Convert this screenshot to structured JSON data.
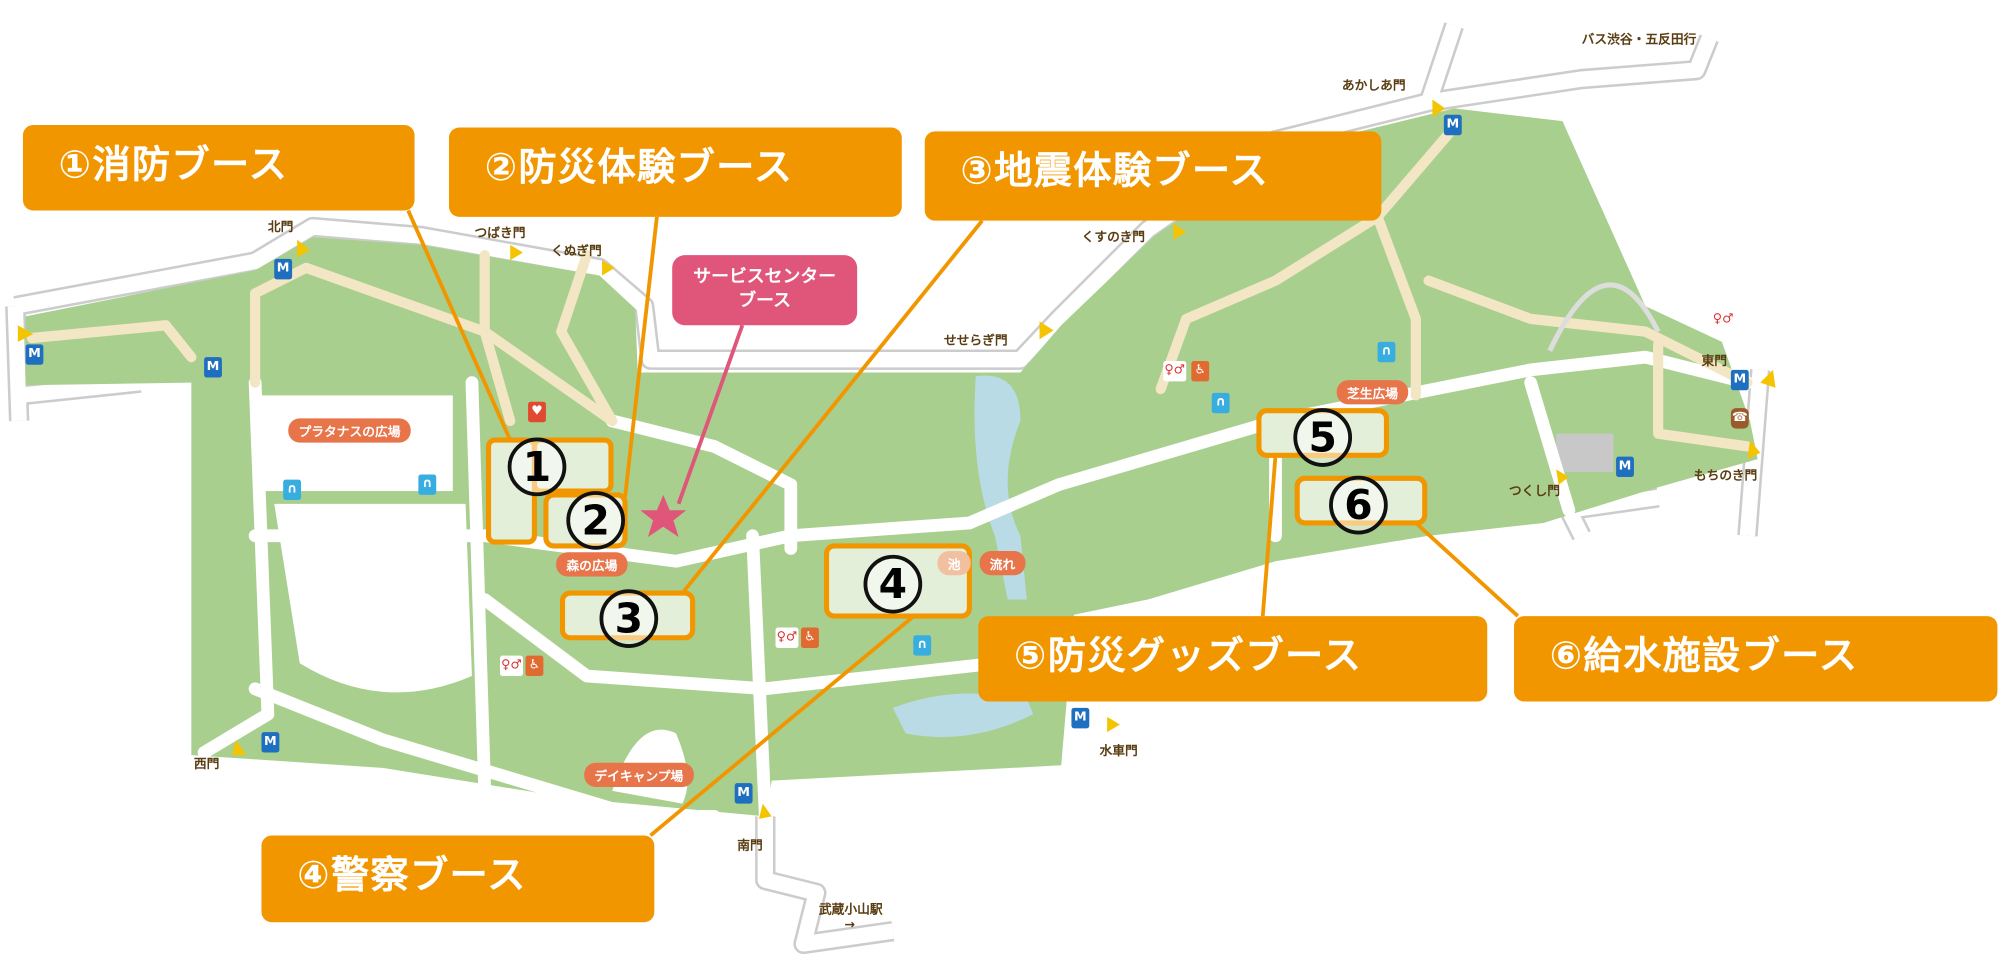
{
  "callouts": {
    "booth1": "①消防ブース",
    "booth2": "②防災体験ブース",
    "booth3": "③地震体験ブース",
    "booth4": "④警察ブース",
    "booth5": "⑤防災グッズブース",
    "booth6": "⑥給水施設ブース",
    "service_line1": "サービスセンター",
    "service_line2": "ブース"
  },
  "markers": [
    "1",
    "2",
    "3",
    "4",
    "5",
    "6"
  ],
  "gates": {
    "north": "北門",
    "tsubaki": "つばき門",
    "kunugi": "くぬぎ門",
    "kusunoki": "くすのき門",
    "seseragi": "せせらぎ門",
    "akashia": "あかしあ門",
    "bus": "バス渋谷・五反田行",
    "east": "東門",
    "mochinoki": "もちのき門",
    "tsukushi": "つくし門",
    "suisha": "水車門",
    "south": "南門",
    "west": "西門",
    "station": "武蔵小山駅",
    "station_arrow": "→"
  },
  "places": {
    "platanus": "プラタナスの広場",
    "mori": "森の広場",
    "shibafu": "芝生広場",
    "daycamp": "デイキャンプ場",
    "pond": "池",
    "stream": "流れ"
  },
  "icons": {
    "bike": "M",
    "fountain": "∩",
    "toilet": "♀♂",
    "wheelchair": "♿",
    "phone": "☎",
    "aed": "♥"
  },
  "colors": {
    "callout": "#f29600",
    "service": "#e0557a",
    "park": "#a9cf8f",
    "path": "#f3e6c4",
    "water": "#b8dbe6"
  }
}
